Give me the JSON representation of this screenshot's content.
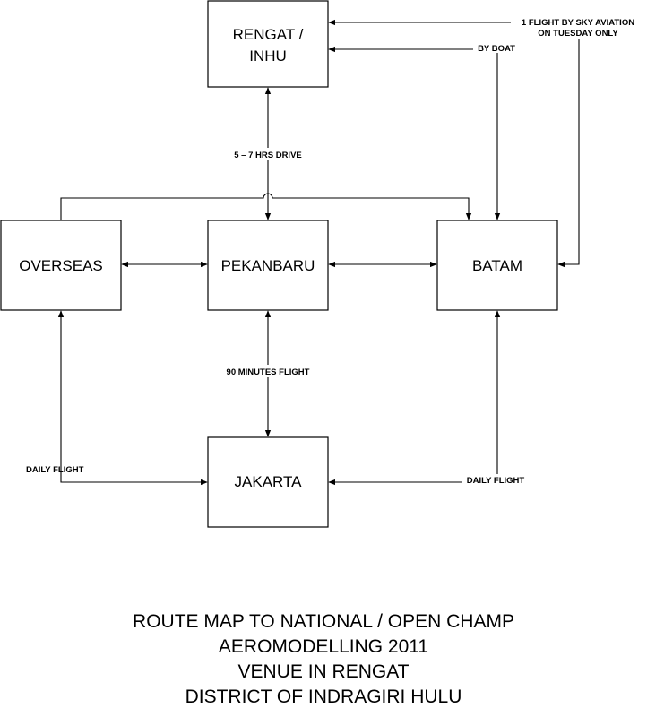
{
  "nodes": {
    "rengat": {
      "line1": "RENGAT /",
      "line2": "INHU"
    },
    "overseas": "OVERSEAS",
    "pekanbaru": "PEKANBARU",
    "batam": "BATAM",
    "jakarta": "JAKARTA"
  },
  "edge_labels": {
    "sky_aviation_line1": "1 FLIGHT BY SKY AVIATION",
    "sky_aviation_line2": "ON TUESDAY ONLY",
    "by_boat": "BY BOAT",
    "drive": "5 – 7 HRS DRIVE",
    "flight_90": "90 MINUTES FLIGHT",
    "daily_flight_left": "DAILY FLIGHT",
    "daily_flight_right": "DAILY FLIGHT"
  },
  "caption": {
    "line1": "ROUTE MAP TO NATIONAL / OPEN CHAMP",
    "line2": "AEROMODELLING 2011",
    "line3": "VENUE IN RENGAT",
    "line4": "DISTRICT OF INDRAGIRI HULU"
  }
}
